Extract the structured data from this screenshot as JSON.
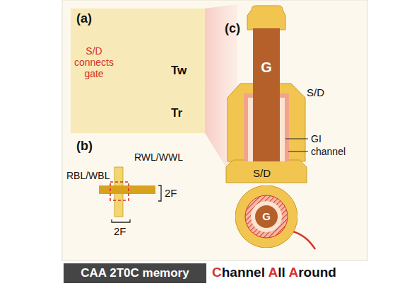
{
  "diagram": {
    "nodes": [
      {
        "text": [
          "(a)",
          "S/D connects gate",
          "Tw",
          "Tr"
        ]
      },
      {
        "text": [
          "G"
        ]
      },
      {
        "text": [
          "G"
        ]
      },
      {
        "text": [
          "CAA 2T0C memory"
        ]
      }
    ],
    "labels": [
      "(b)",
      "RWL/WWL",
      "RBL/WBL",
      "2F",
      "2F",
      "(c)",
      "S/D",
      "GI",
      "channel",
      "S/D",
      "Channel All Around"
    ]
  }
}
